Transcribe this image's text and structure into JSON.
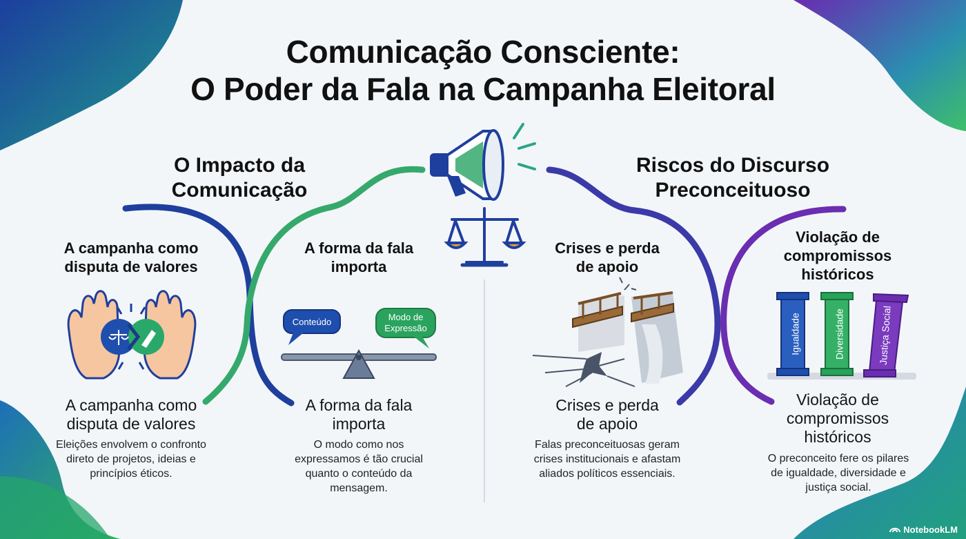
{
  "title": {
    "line1": "Comunicação Consciente:",
    "line2": "O Poder da Fala na Campanha Eleitoral"
  },
  "left_section": {
    "heading_line1": "O Impacto da",
    "heading_line2": "Comunicação",
    "cards": [
      {
        "label_line1": "A campanha como",
        "label_line2": "disputa de valores",
        "subtitle_line1": "A campanha como",
        "subtitle_line2": "disputa de valores",
        "desc_lines": [
          "Eleições envolvem o confronto",
          "direto de projetos, ideias e",
          "princípios éticos."
        ],
        "icon": "hands-scale-pencil-icon"
      },
      {
        "label_line1": "A forma da fala",
        "label_line2": "importa",
        "subtitle_line1": "A forma da fala",
        "subtitle_line2": "importa",
        "desc_lines": [
          "O modo como nos",
          "expressamos é tão crucial",
          "quanto o conteúdo da",
          "mensagem."
        ],
        "bubble_left": "Conteúdo",
        "bubble_right_line1": "Modo de",
        "bubble_right_line2": "Expressão",
        "icon": "seesaw-balance-icon"
      }
    ]
  },
  "right_section": {
    "heading_line1": "Riscos do Discurso",
    "heading_line2": "Preconceituoso",
    "cards": [
      {
        "label_line1": "Crises e perda",
        "label_line2": "de apoio",
        "subtitle_line1": "Crises e perda",
        "subtitle_line2": "de apoio",
        "desc_lines": [
          "Falas preconceituosas geram",
          "crises institucionais e afastam",
          "aliados políticos essenciais."
        ],
        "icon": "broken-bridge-icon"
      },
      {
        "label_line1": "Violação de",
        "label_line2": "compromissos",
        "label_line3": "históricos",
        "subtitle_line1": "Violação de",
        "subtitle_line2": "compromissos",
        "subtitle_line3": "históricos",
        "desc_lines": [
          "O preconceito fere os pilares",
          "de igualdade, diversidade e",
          "justiça social."
        ],
        "pillars": [
          "Igualdade",
          "Diversidade",
          "Justiça Social"
        ],
        "icon": "pillars-icon"
      }
    ]
  },
  "brand": "NotebookLM",
  "colors": {
    "navy": "#1d3f9a",
    "green": "#36b25c",
    "teal": "#1a9a8a",
    "purple": "#6a2bb0",
    "background": "#f3f6f9"
  }
}
